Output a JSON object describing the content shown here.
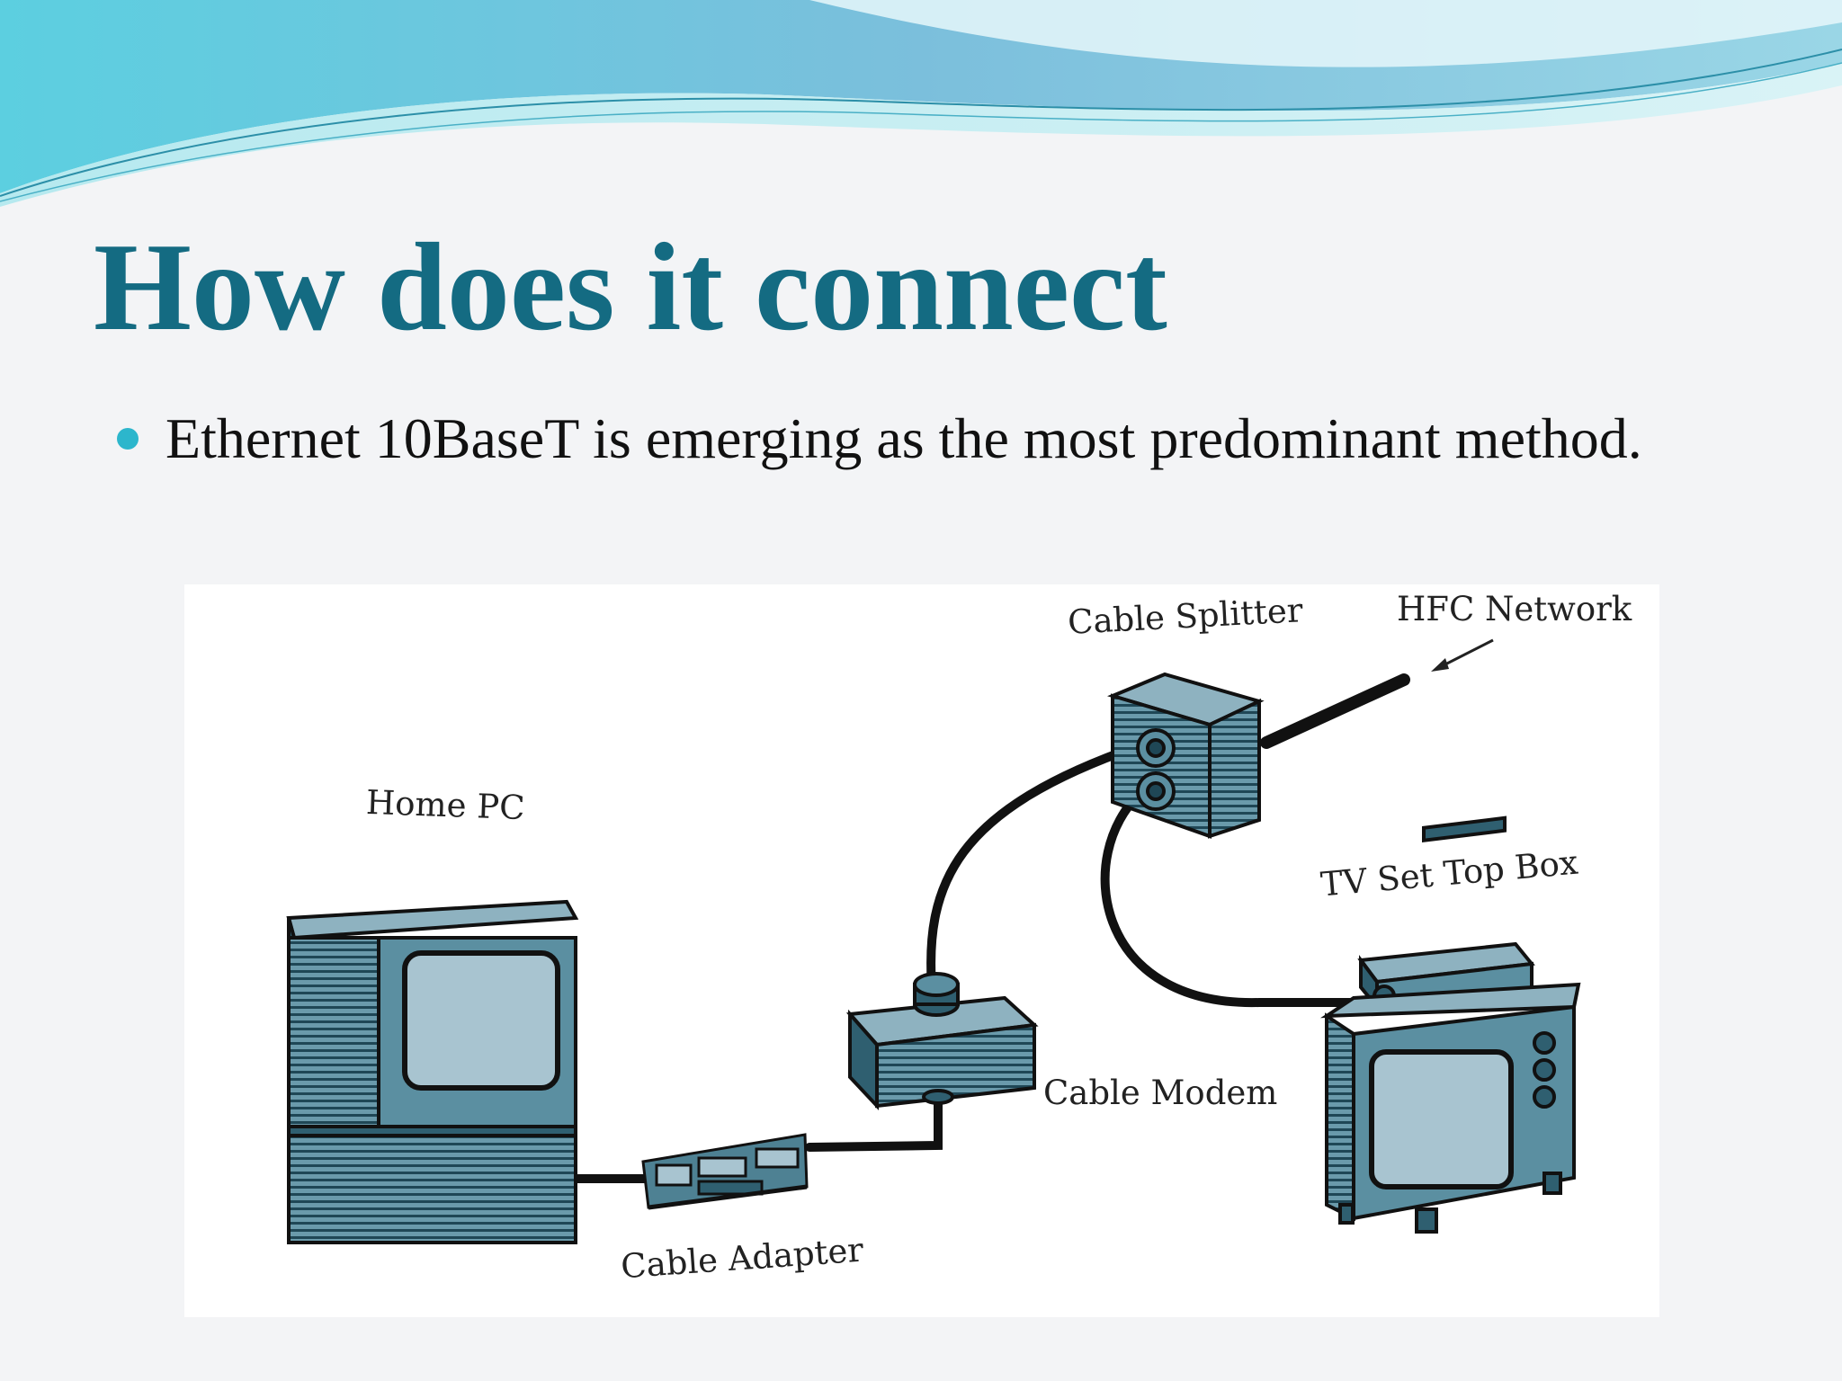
{
  "slide": {
    "title": "How does it connect",
    "bullet": "Ethernet 10BaseT is emerging as the most predominant method."
  },
  "diagram": {
    "labels": {
      "home_pc": "Home PC",
      "cable_adapter": "Cable Adapter",
      "cable_modem": "Cable Modem",
      "cable_splitter": "Cable Splitter",
      "hfc_network": "HFC Network",
      "tv_set_top_box": "TV Set Top Box"
    }
  },
  "colors": {
    "title": "#146b82",
    "bullet": "#2cb6cc",
    "device_fill": "#5b8fa1",
    "device_dark": "#2f5f70",
    "screen": "#a8c4d0"
  }
}
